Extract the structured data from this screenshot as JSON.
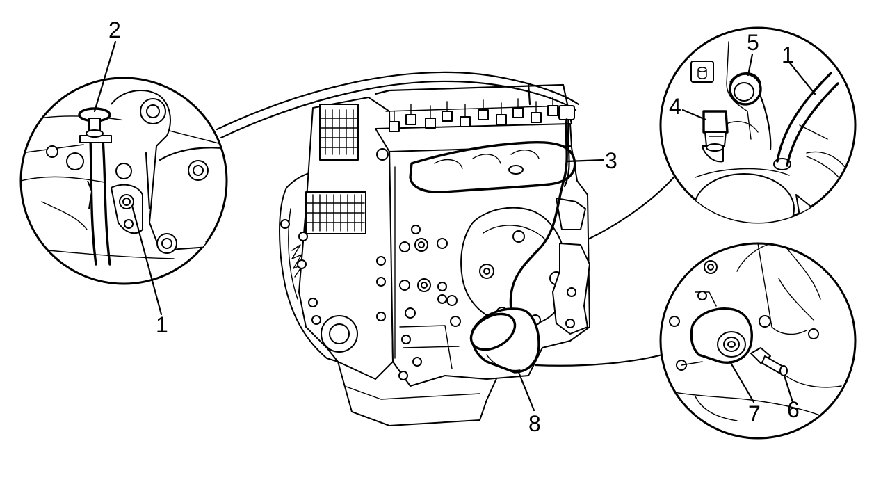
{
  "callouts": {
    "top_left_2": "2",
    "top_left_1": "1",
    "manifold_3": "3",
    "top_right_4": "4",
    "top_right_5": "5",
    "top_right_1": "1",
    "bottom_right_7": "7",
    "bottom_right_6": "6",
    "filter_8": "8"
  },
  "colors": {
    "line": "#000000",
    "background": "#ffffff"
  }
}
